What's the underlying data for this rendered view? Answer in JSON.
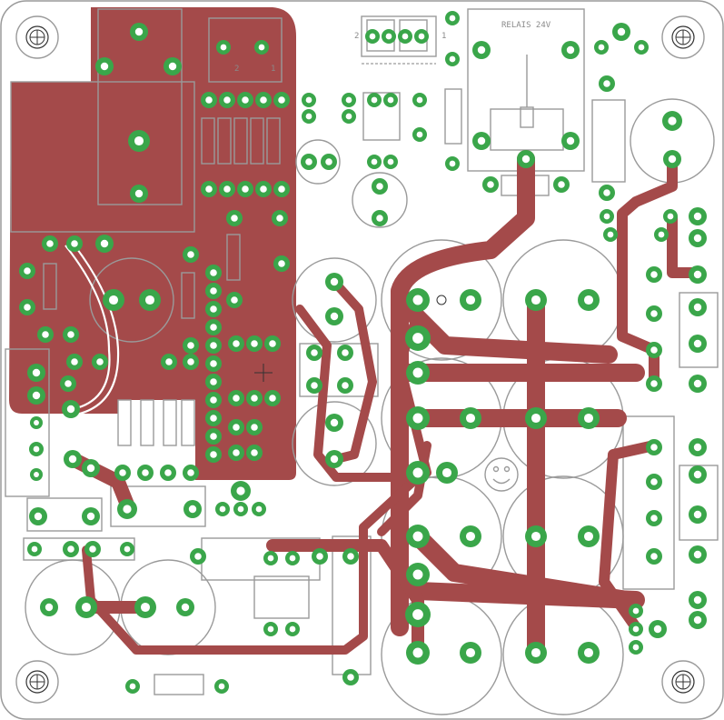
{
  "board": {
    "relay_label": "RELAIS 24V",
    "connector_pins": [
      "2",
      "1"
    ],
    "connector_pins_top": [
      "2",
      "1"
    ],
    "colors": {
      "copper": "#a44a4a",
      "pad": "#3aa64a",
      "silkscreen": "#9a9a9a",
      "background": "#ffffff"
    }
  }
}
